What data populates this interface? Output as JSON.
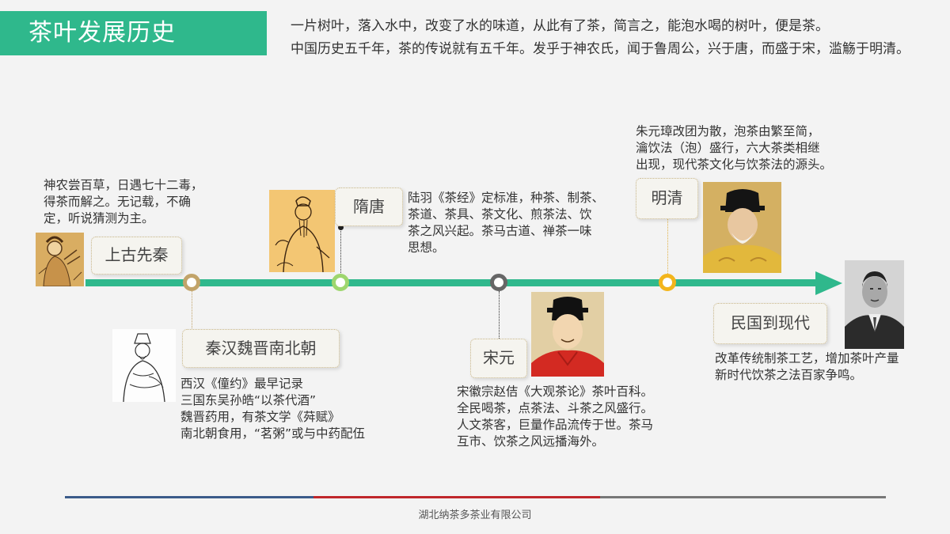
{
  "header": {
    "title": "茶叶发展历史",
    "intro_line1": "一片树叶，落入水中，改变了水的味道，从此有了茶，简言之，能泡水喝的树叶，便是茶。",
    "intro_line2": "中国历史五千年，茶的传说就有五千年。发乎于神农氏，闻于鲁周公，兴于唐，而盛于宋，滥觞于明清。"
  },
  "eras": [
    {
      "name": "上古先秦",
      "desc": [
        "神农尝百草，日遇七十二毒，",
        "得茶而解之。无记载，不确",
        "定，听说猜测为主。"
      ],
      "color": "#c2a46a"
    },
    {
      "name": "秦汉魏晋南北朝",
      "desc": [
        "西汉《僮约》最早记录",
        "三国东吴孙皓“以茶代酒”",
        "魏晋药用，有茶文学《荈赋》",
        "南北朝食用，“茗粥”或与中药配伍"
      ],
      "color": "#c2a46a"
    },
    {
      "name": "隋唐",
      "desc": [
        "陆羽《茶经》定标准，种茶、制茶、",
        "茶道、茶具、茶文化、煎茶法、饮",
        "茶之风兴起。茶马古道、禅茶一味",
        "思想。"
      ],
      "color": "#9ed66e"
    },
    {
      "name": "宋元",
      "desc": [
        "宋徽宗赵佶《大观茶论》茶叶百科。",
        "全民喝茶，点茶法、斗茶之风盛行。",
        "人文茶客，巨量作品流传于世。茶马",
        "互市、饮茶之风远播海外。"
      ],
      "color": "#666666"
    },
    {
      "name": "明清",
      "desc": [
        "朱元璋改团为散，泡茶由繁至简，",
        "瀹饮法（泡）盛行，六大茶类相继",
        "出现，现代茶文化与饮茶法的源头。"
      ],
      "color": "#f3b51b"
    },
    {
      "name": "民国到现代",
      "desc": [
        "改革传统制茶工艺，增加茶叶产量",
        "新时代饮茶之法百家争鸣。"
      ],
      "color": "#2fb88c"
    }
  ],
  "colors": {
    "accent": "#2fb88c",
    "footer_line": [
      "#3b5b8a",
      "#c0262b",
      "#777777"
    ]
  },
  "footer": {
    "company": "湖北纳茶多茶业有限公司"
  }
}
